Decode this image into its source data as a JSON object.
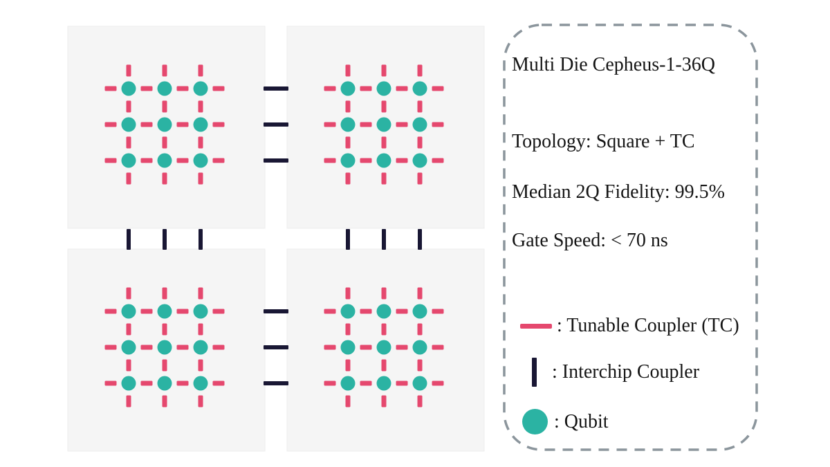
{
  "diagram": {
    "name": "multi-die-qubit-topology",
    "lattice": {
      "rows": 3,
      "cols": 3
    },
    "dies": [
      {
        "id": "die-top-left"
      },
      {
        "id": "die-top-right"
      },
      {
        "id": "die-bottom-left"
      },
      {
        "id": "die-bottom-right"
      }
    ]
  },
  "panel": {
    "title": "Multi Die Cepheus-1-36Q",
    "specs": [
      {
        "label": "Topology: Square + TC"
      },
      {
        "label": "Median 2Q Fidelity: 99.5%"
      },
      {
        "label": "Gate Speed: < 70 ns"
      }
    ],
    "legend": [
      {
        "symbol": "tunable-coupler-line",
        "label": ": Tunable Coupler (TC)"
      },
      {
        "symbol": "interchip-coupler-bar",
        "label": ": Interchip Coupler"
      },
      {
        "symbol": "qubit-dot",
        "label": ": Qubit"
      }
    ]
  },
  "colors": {
    "qubit": "#2bb3a3",
    "tunable_coupler": "#e5486e",
    "interchip_coupler": "#191734",
    "die_fill": "#f5f5f5",
    "die_edge": "#ededed",
    "panel_border": "#8b959c",
    "text": "#151515",
    "background": "#ffffff"
  }
}
